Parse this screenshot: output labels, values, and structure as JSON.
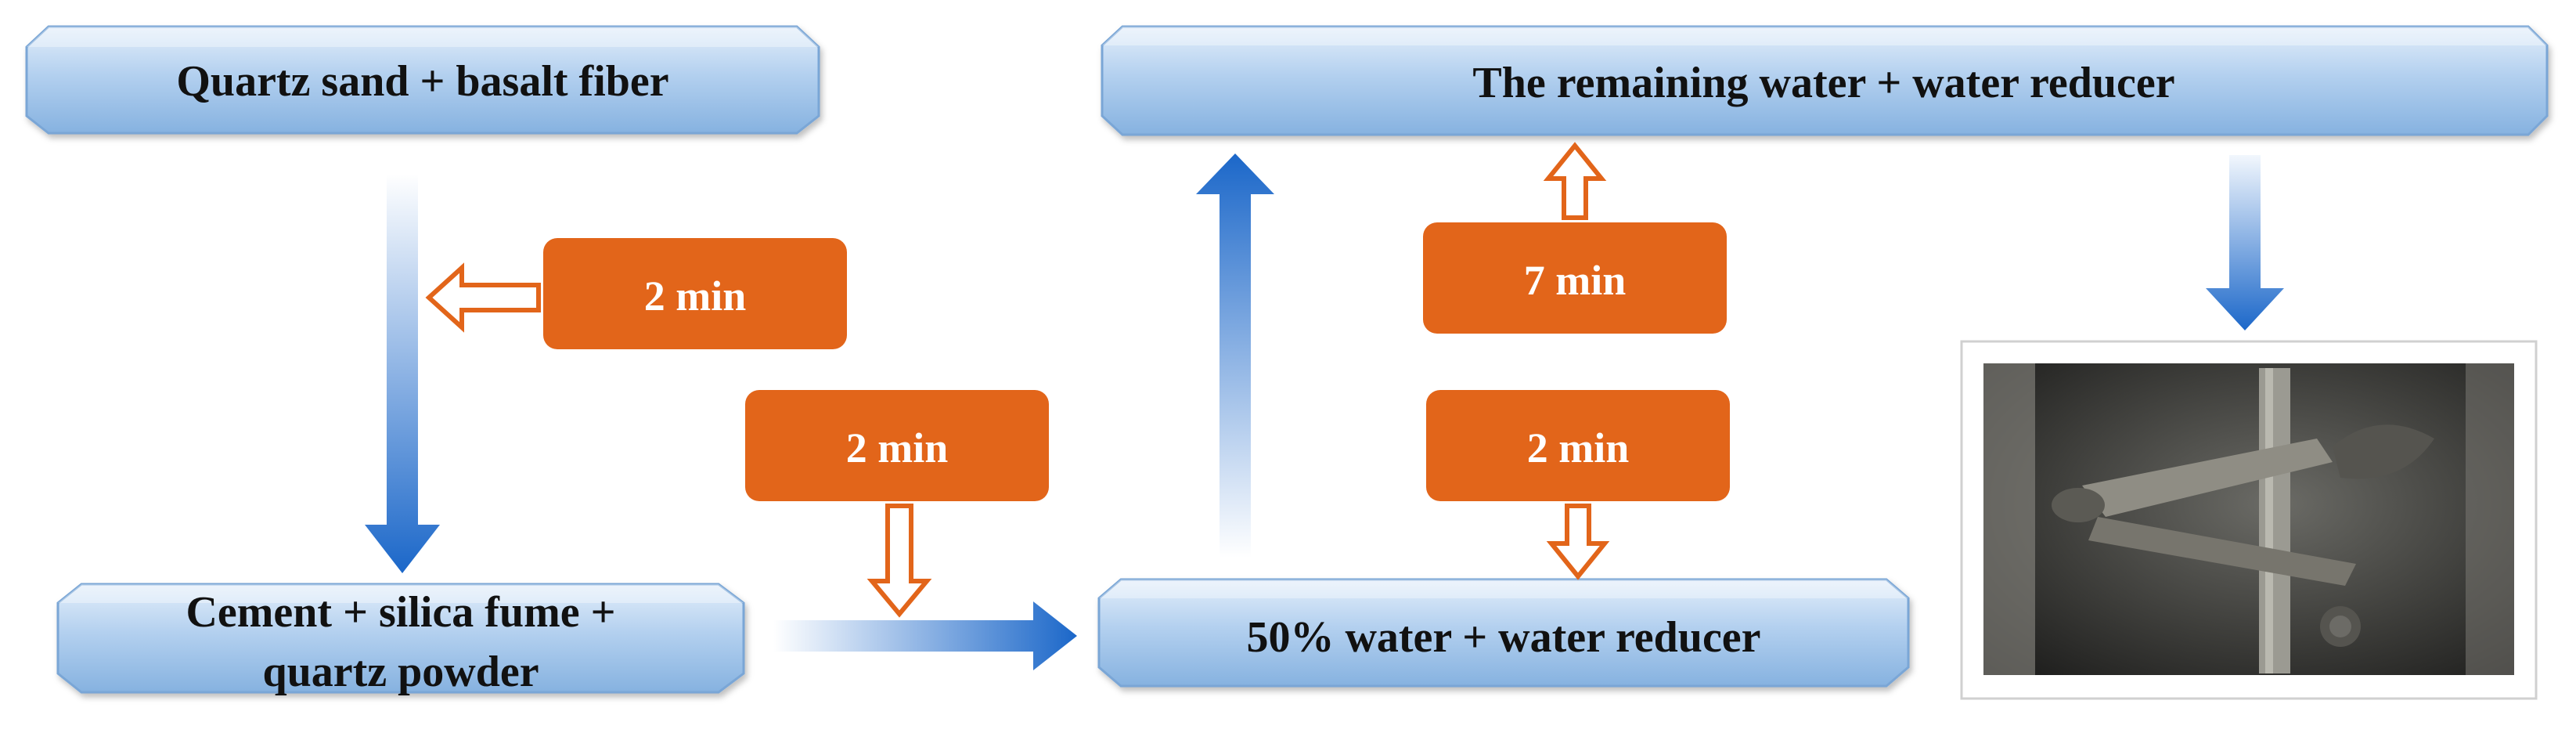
{
  "steps": {
    "quartz_sand": "Quartz sand + basalt fiber",
    "cement_line1": "Cement + silica fume +",
    "cement_line2": "quartz powder",
    "water_50": "50% water + water reducer",
    "remaining_water": "The remaining water + water reducer"
  },
  "timers": {
    "t1": "2 min",
    "t2": "2 min",
    "t3": "2 min",
    "t4": "7 min"
  },
  "colors": {
    "box_fill_top": "#cfe3f7",
    "box_fill_bottom": "#8eb8e4",
    "box_border": "#7aa6d6",
    "timer_fill": "#e2651a",
    "arrow_blue": "#1f6fd1",
    "arrow_orange": "#e2651a"
  },
  "photo": {
    "icon": "mixer-photo-icon"
  }
}
